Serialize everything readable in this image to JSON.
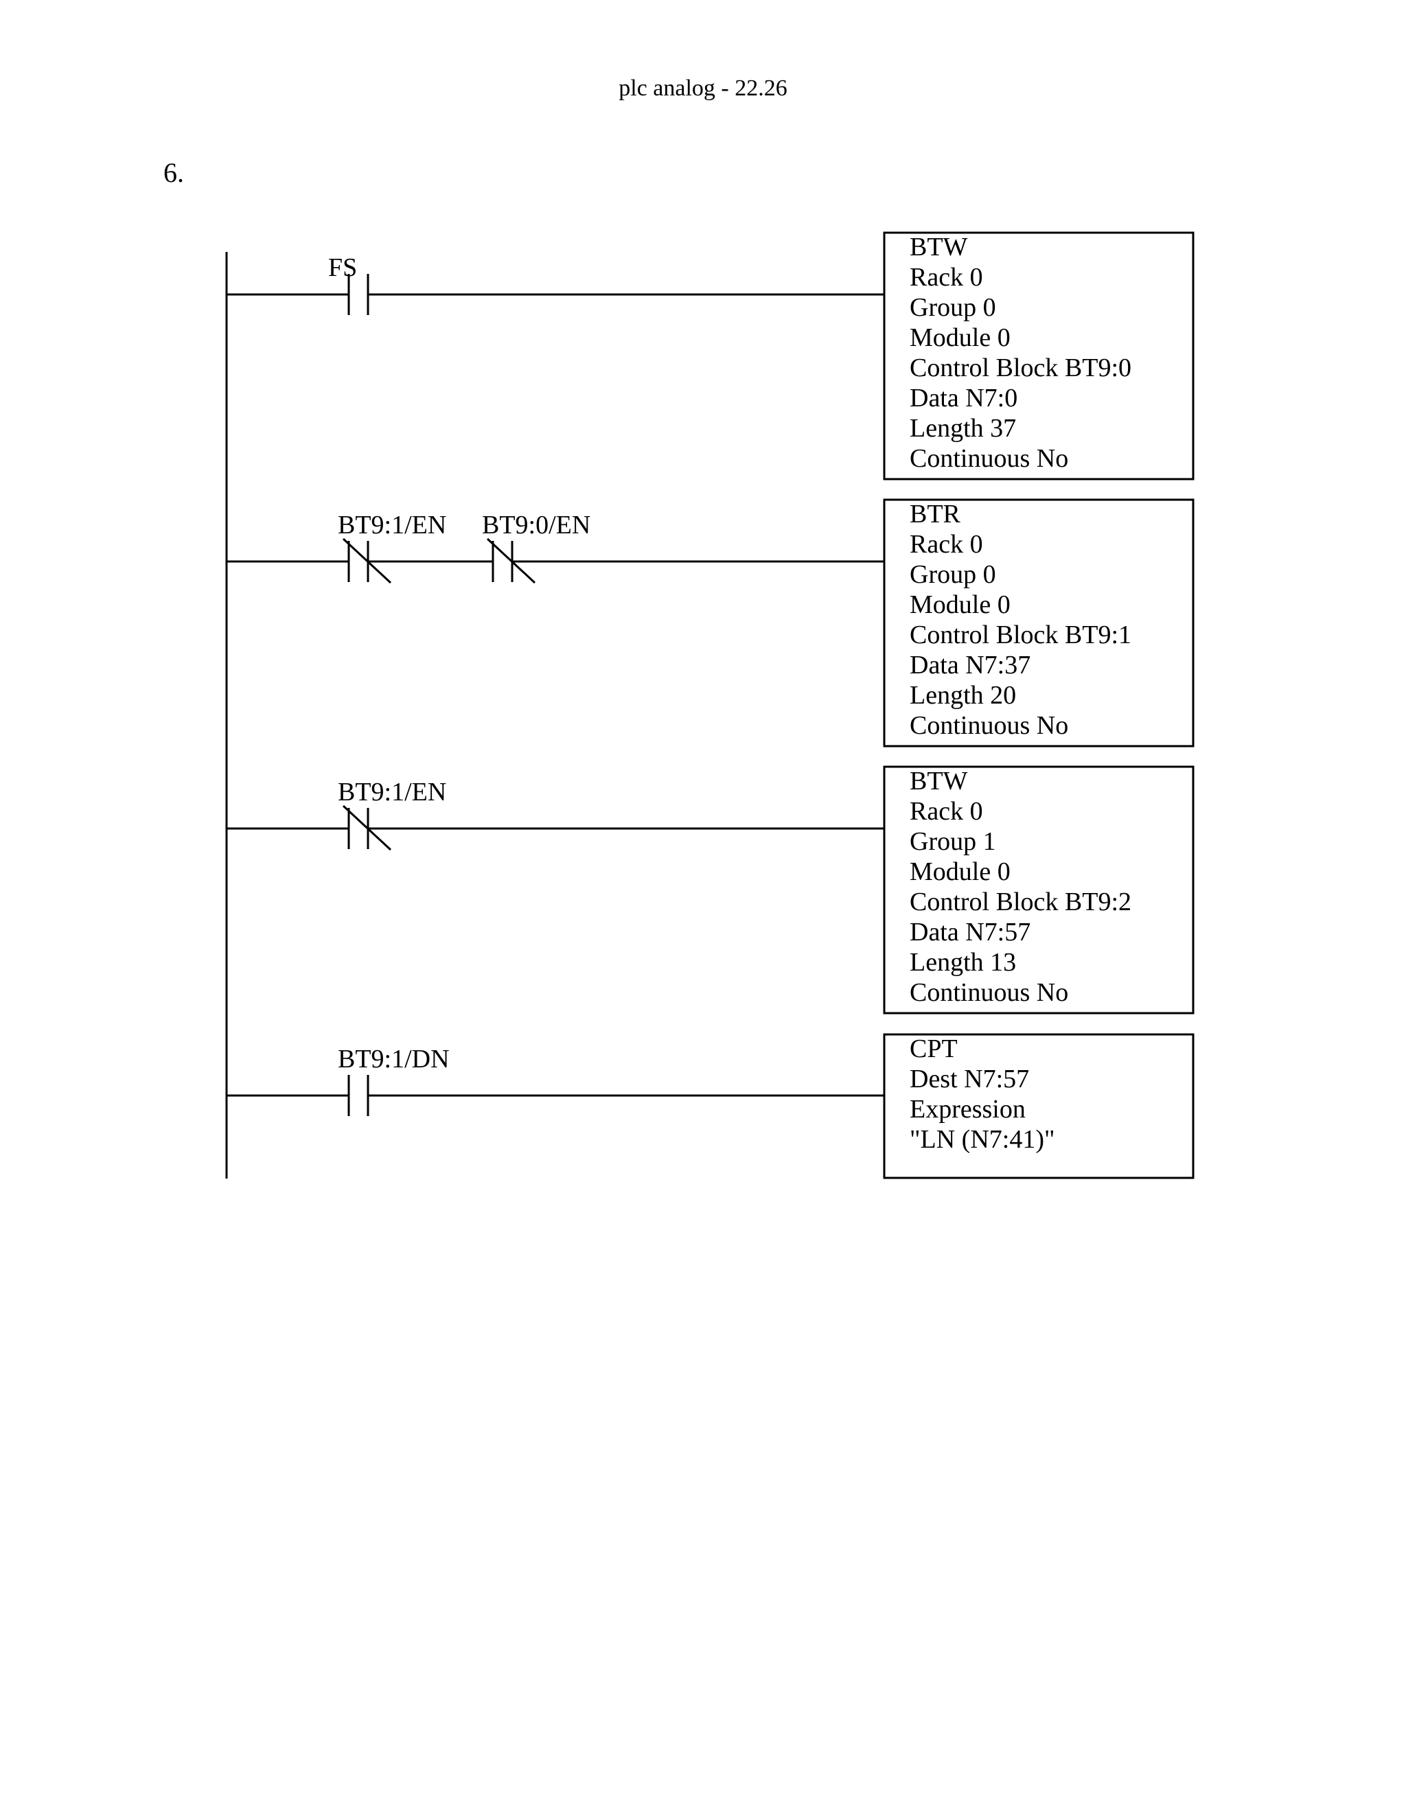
{
  "header": {
    "title": "plc analog - 22.26"
  },
  "problem_number": "6.",
  "rungs": [
    {
      "contacts": [
        {
          "label": "FS",
          "type": "NO"
        }
      ],
      "instruction": {
        "lines": [
          "BTW",
          "Rack 0",
          "Group 0",
          "Module 0",
          "Control Block BT9:0",
          "Data N7:0",
          "Length 37",
          "Continuous No"
        ]
      }
    },
    {
      "contacts": [
        {
          "label": "BT9:1/EN",
          "type": "NC"
        },
        {
          "label": "BT9:0/EN",
          "type": "NC"
        }
      ],
      "instruction": {
        "lines": [
          "BTR",
          "Rack 0",
          "Group 0",
          "Module 0",
          "Control Block BT9:1",
          "Data N7:37",
          "Length 20",
          "Continuous No"
        ]
      }
    },
    {
      "contacts": [
        {
          "label": "BT9:1/EN",
          "type": "NC"
        }
      ],
      "instruction": {
        "lines": [
          "BTW",
          "Rack 0",
          "Group 1",
          "Module 0",
          "Control Block BT9:2",
          "Data N7:57",
          "Length 13",
          "Continuous No"
        ]
      }
    },
    {
      "contacts": [
        {
          "label": "BT9:1/DN",
          "type": "NO"
        }
      ],
      "instruction": {
        "lines": [
          "CPT",
          "Dest N7:57",
          "Expression",
          "\"LN (N7:41)\""
        ]
      }
    }
  ]
}
